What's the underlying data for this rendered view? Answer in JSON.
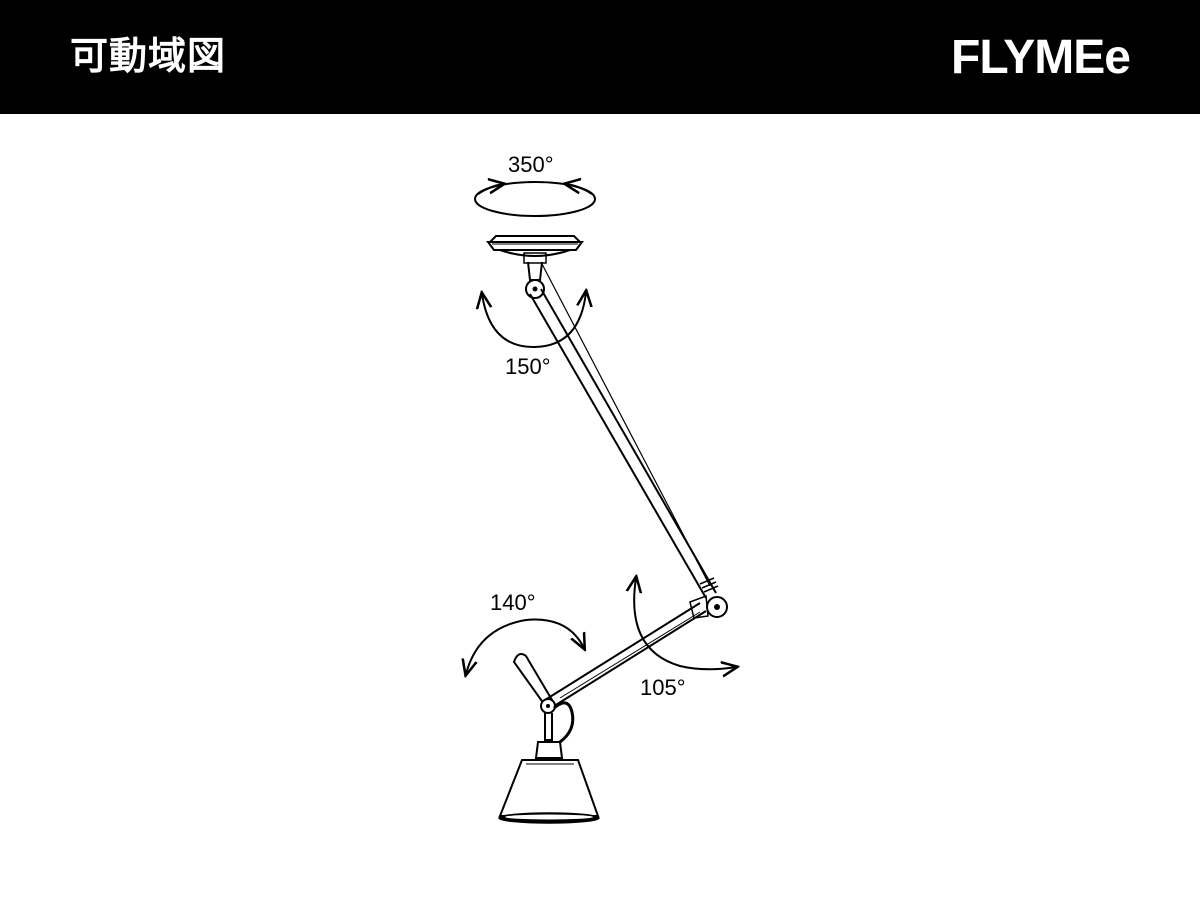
{
  "header": {
    "title": "可動域図",
    "brand": "FLYMEe",
    "background": "#000000",
    "text_color": "#ffffff"
  },
  "diagram": {
    "angles": {
      "base_rotation": "350°",
      "shoulder": "150°",
      "shade_tilt": "140°",
      "elbow": "105°"
    },
    "line_color": "#000000"
  }
}
